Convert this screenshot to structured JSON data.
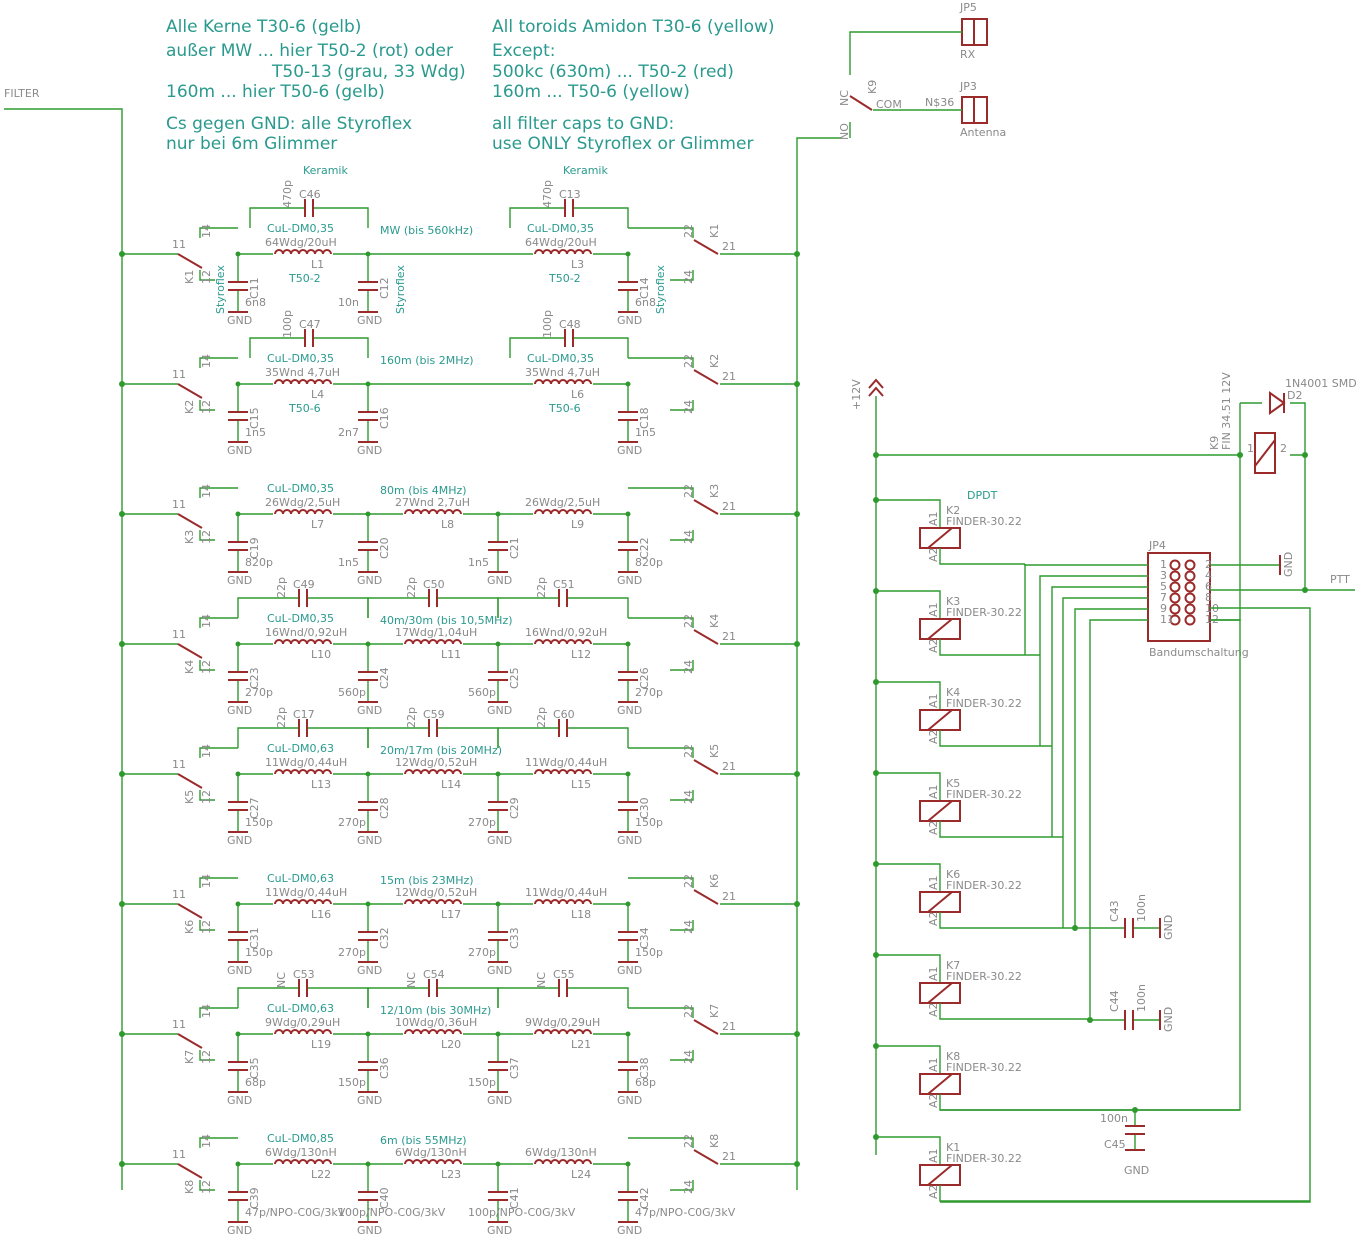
{
  "notes_de": [
    "Alle Kerne T30-6 (gelb)",
    "außer MW ... hier T50-2 (rot) oder",
    "T50-13 (grau, 33 Wdg)",
    "160m ... hier T50-6 (gelb)",
    "Cs gegen GND: alle Styroflex",
    "nur bei 6m Glimmer"
  ],
  "notes_en": [
    "All toroids Amidon T30-6 (yellow)",
    "Except:",
    "500kc (630m) ... T50-2 (red)",
    "160m ... T50-6 (yellow)",
    "all filter caps to GND:",
    "use ONLY Styroflex or Glimmer"
  ],
  "filter_label": "FILTER",
  "bands": [
    {
      "relay": "K1",
      "name": "MW (bis 560kHz)",
      "series": [
        {
          "ref": "C46",
          "val": "470p",
          "note": "Keramik"
        },
        {
          "ref": "C13",
          "val": "470p",
          "note": "Keramik"
        }
      ],
      "inductors": [
        {
          "ref": "L1",
          "wire": "CuL-DM0,35",
          "turns": "64Wdg/20uH",
          "core": "T50-2"
        },
        {
          "ref": "L3",
          "wire": "CuL-DM0,35",
          "turns": "64Wdg/20uH",
          "core": "T50-2"
        }
      ],
      "shunts": [
        {
          "ref": "C11",
          "val": "6n8",
          "note": "Styroflex"
        },
        {
          "ref": "C12",
          "val": "10n",
          "note": "Styroflex"
        },
        {
          "ref": "C14",
          "val": "6n8",
          "note": "Styroflex"
        }
      ]
    },
    {
      "relay": "K2",
      "name": "160m (bis 2MHz)",
      "series": [
        {
          "ref": "C47",
          "val": "100p"
        },
        {
          "ref": "C48",
          "val": "100p"
        }
      ],
      "inductors": [
        {
          "ref": "L4",
          "wire": "CuL-DM0,35",
          "turns": "35Wnd 4,7uH",
          "core": "T50-6"
        },
        {
          "ref": "L6",
          "wire": "CuL-DM0,35",
          "turns": "35Wnd 4,7uH",
          "core": "T50-6"
        }
      ],
      "shunts": [
        {
          "ref": "C15",
          "val": "1n5"
        },
        {
          "ref": "C16",
          "val": "2n7"
        },
        {
          "ref": "C18",
          "val": "1n5"
        }
      ]
    },
    {
      "relay": "K3",
      "name": "80m (bis 4MHz)",
      "series": [],
      "inductors": [
        {
          "ref": "L7",
          "wire": "CuL-DM0,35",
          "turns": "26Wdg/2,5uH"
        },
        {
          "ref": "L8",
          "turns": "27Wnd 2,7uH"
        },
        {
          "ref": "L9",
          "turns": "26Wdg/2,5uH"
        }
      ],
      "shunts": [
        {
          "ref": "C19",
          "val": "820p"
        },
        {
          "ref": "C20",
          "val": "1n5"
        },
        {
          "ref": "C21",
          "val": "1n5"
        },
        {
          "ref": "C22",
          "val": "820p"
        }
      ]
    },
    {
      "relay": "K4",
      "name": "40m/30m (bis 10,5MHz)",
      "series": [
        {
          "ref": "C49",
          "val": "22p"
        },
        {
          "ref": "C50",
          "val": "22p"
        },
        {
          "ref": "C51",
          "val": "22p"
        }
      ],
      "inductors": [
        {
          "ref": "L10",
          "wire": "CuL-DM0,35",
          "turns": "16Wnd/0,92uH"
        },
        {
          "ref": "L11",
          "turns": "17Wdg/1,04uH"
        },
        {
          "ref": "L12",
          "turns": "16Wnd/0,92uH"
        }
      ],
      "shunts": [
        {
          "ref": "C23",
          "val": "270p"
        },
        {
          "ref": "C24",
          "val": "560p"
        },
        {
          "ref": "C25",
          "val": "560p"
        },
        {
          "ref": "C26",
          "val": "270p"
        }
      ]
    },
    {
      "relay": "K5",
      "name": "20m/17m (bis 20MHz)",
      "series": [
        {
          "ref": "C17",
          "val": "22p"
        },
        {
          "ref": "C59",
          "val": "22p"
        },
        {
          "ref": "C60",
          "val": "22p"
        }
      ],
      "inductors": [
        {
          "ref": "L13",
          "wire": "CuL-DM0,63",
          "turns": "11Wdg/0,44uH"
        },
        {
          "ref": "L14",
          "turns": "12Wdg/0,52uH"
        },
        {
          "ref": "L15",
          "turns": "11Wdg/0,44uH"
        }
      ],
      "shunts": [
        {
          "ref": "C27",
          "val": "150p"
        },
        {
          "ref": "C28",
          "val": "270p"
        },
        {
          "ref": "C29",
          "val": "270p"
        },
        {
          "ref": "C30",
          "val": "150p"
        }
      ]
    },
    {
      "relay": "K6",
      "name": "15m (bis 23MHz)",
      "series": [],
      "inductors": [
        {
          "ref": "L16",
          "wire": "CuL-DM0,63",
          "turns": "11Wdg/0,44uH"
        },
        {
          "ref": "L17",
          "turns": "12Wdg/0,52uH"
        },
        {
          "ref": "L18",
          "turns": "11Wdg/0,44uH"
        }
      ],
      "shunts": [
        {
          "ref": "C31",
          "val": "150p"
        },
        {
          "ref": "C32",
          "val": "270p"
        },
        {
          "ref": "C33",
          "val": "270p"
        },
        {
          "ref": "C34",
          "val": "150p"
        }
      ]
    },
    {
      "relay": "K7",
      "name": "12/10m (bis 30MHz)",
      "series": [
        {
          "ref": "C53",
          "val": "NC"
        },
        {
          "ref": "C54",
          "val": "NC"
        },
        {
          "ref": "C55",
          "val": "NC"
        }
      ],
      "inductors": [
        {
          "ref": "L19",
          "wire": "CuL-DM0,63",
          "turns": "9Wdg/0,29uH"
        },
        {
          "ref": "L20",
          "turns": "10Wdg/0,36uH"
        },
        {
          "ref": "L21",
          "turns": "9Wdg/0,29uH"
        }
      ],
      "shunts": [
        {
          "ref": "C35",
          "val": "68p"
        },
        {
          "ref": "C36",
          "val": "150p"
        },
        {
          "ref": "C37",
          "val": "150p"
        },
        {
          "ref": "C38",
          "val": "68p"
        }
      ]
    },
    {
      "relay": "K8",
      "name": "6m (bis 55MHz)",
      "series": [],
      "inductors": [
        {
          "ref": "L22",
          "wire": "CuL-DM0,85",
          "turns": "6Wdg/130nH"
        },
        {
          "ref": "L23",
          "turns": "6Wdg/130nH"
        },
        {
          "ref": "L24",
          "turns": "6Wdg/130nH"
        }
      ],
      "shunts": [
        {
          "ref": "C39",
          "val": "47p/NPO-C0G/3kV"
        },
        {
          "ref": "C40",
          "val": "100p/NPO-C0G/3kV"
        },
        {
          "ref": "C41",
          "val": "100p/NPO-C0G/3kV"
        },
        {
          "ref": "C42",
          "val": "47p/NPO-C0G/3kV"
        }
      ]
    }
  ],
  "relay_pins": {
    "common": "11",
    "nc": "12",
    "no": "14",
    "common2": "21",
    "nc2": "22",
    "no2": "24"
  },
  "gnd": "GND",
  "jp5": {
    "ref": "JP5",
    "label": "RX"
  },
  "jp3": {
    "ref": "JP3",
    "label": "Antenna",
    "net": "N$36"
  },
  "k9": {
    "ref": "K9",
    "nc": "NC",
    "no": "NO",
    "com": "COM",
    "type": "FIN 34.51 12V"
  },
  "d2": {
    "ref": "D2",
    "type": "1N4001 SMD"
  },
  "vcc": "+12V",
  "dpdt": "DPDT",
  "relay_coils": [
    {
      "ref": "K2",
      "type": "FINDER-30.22"
    },
    {
      "ref": "K3",
      "type": "FINDER-30.22"
    },
    {
      "ref": "K4",
      "type": "FINDER-30.22"
    },
    {
      "ref": "K5",
      "type": "FINDER-30.22"
    },
    {
      "ref": "K6",
      "type": "FINDER-30.22"
    },
    {
      "ref": "K7",
      "type": "FINDER-30.22"
    },
    {
      "ref": "K8",
      "type": "FINDER-30.22"
    },
    {
      "ref": "K1",
      "type": "FINDER-30.22"
    }
  ],
  "coil_pins": {
    "a1": "A1",
    "a2": "A2"
  },
  "jp4": {
    "ref": "JP4",
    "label": "Bandumschaltung",
    "pins_left": [
      "1",
      "3",
      "5",
      "7",
      "9",
      "11"
    ],
    "pins_right": [
      "2",
      "4",
      "6",
      "8",
      "10",
      "12"
    ]
  },
  "ptt": "PTT",
  "c43": {
    "ref": "C43",
    "val": "100n"
  },
  "c44": {
    "ref": "C44",
    "val": "100n"
  },
  "c45": {
    "ref": "C45",
    "val": "100n"
  }
}
